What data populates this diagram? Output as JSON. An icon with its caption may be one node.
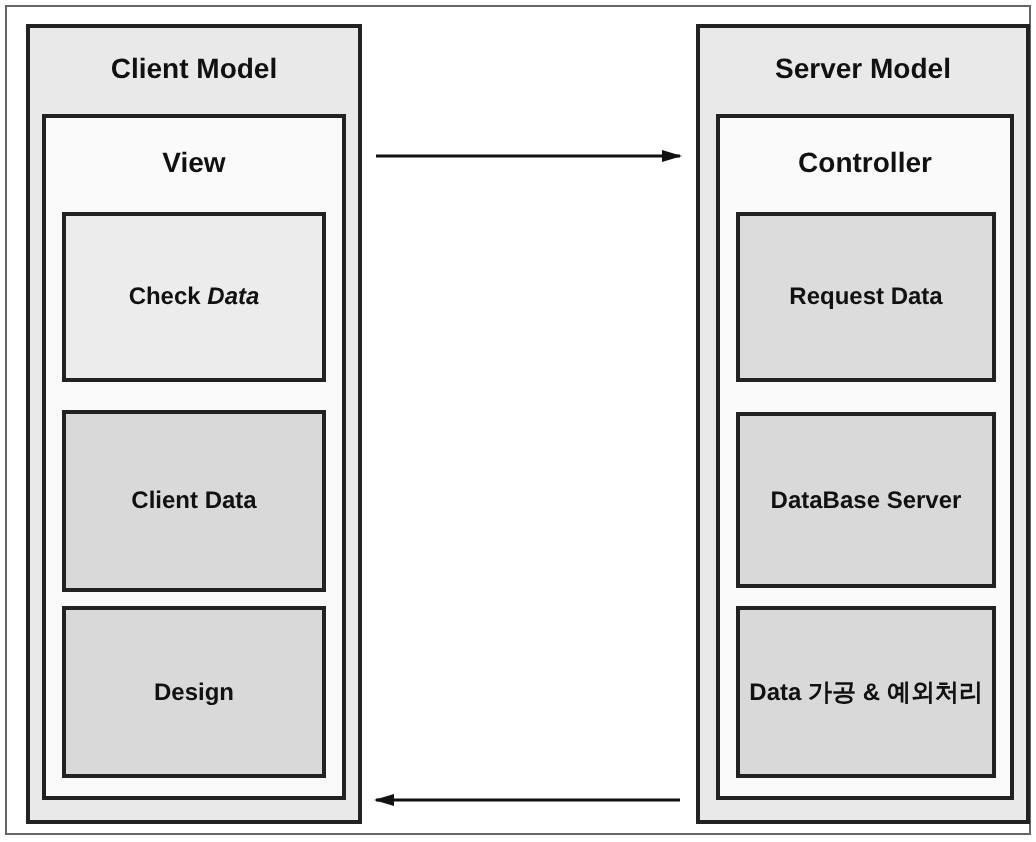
{
  "diagram": {
    "nodes": [
      {
        "text": [
          "Client Model"
        ]
      },
      {
        "text": [
          "View"
        ],
        "in": 0
      },
      {
        "text": [
          "Check *Data*"
        ],
        "in": 1
      },
      {
        "text": [
          "Client Data"
        ],
        "in": 1
      },
      {
        "text": [
          "Design"
        ],
        "in": 1
      },
      {
        "text": [
          "Server Model"
        ]
      },
      {
        "text": [
          "Controller"
        ],
        "in": 5
      },
      {
        "text": [
          "Request Data"
        ],
        "in": 6
      },
      {
        "text": [
          "DataBase Server"
        ],
        "in": 6
      },
      {
        "text": [
          "Data 가공 & 예외처리"
        ],
        "in": 6
      }
    ],
    "edges": [
      {
        "from": 0,
        "to": 5,
        "arrow": "to"
      },
      {
        "from": 5,
        "to": 0,
        "arrow": "to"
      }
    ]
  }
}
